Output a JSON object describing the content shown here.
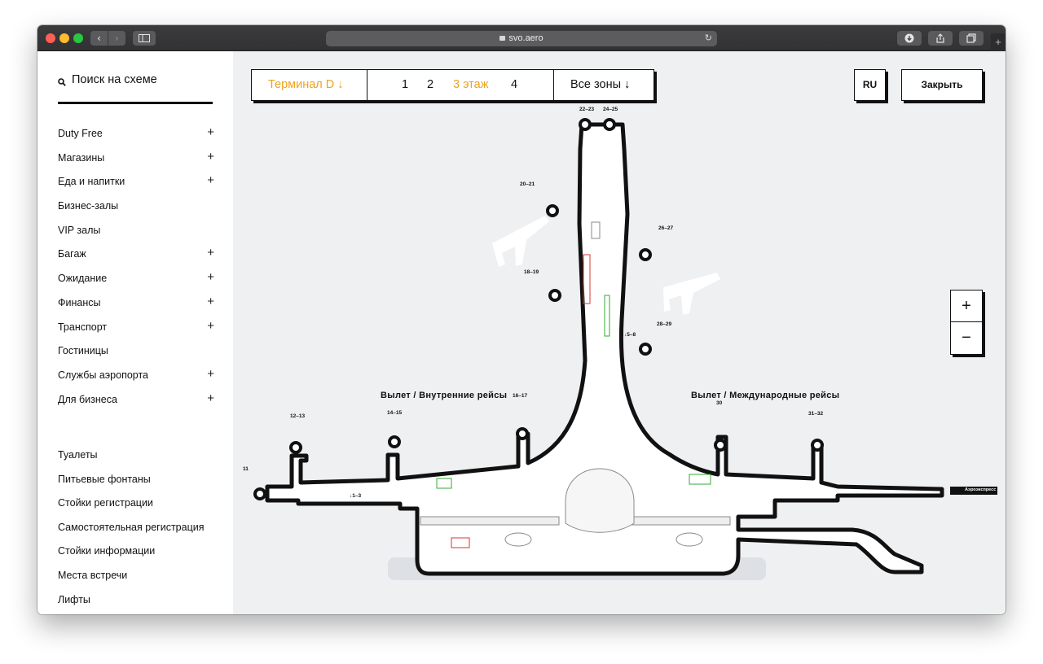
{
  "browser": {
    "url": "svo.aero"
  },
  "sidebar": {
    "search_label": "Поиск на схеме",
    "categories": [
      {
        "label": "Duty Free",
        "expandable": true
      },
      {
        "label": "Магазины",
        "expandable": true
      },
      {
        "label": "Еда и напитки",
        "expandable": true
      },
      {
        "label": "Бизнес-залы",
        "expandable": false
      },
      {
        "label": "VIP залы",
        "expandable": false
      },
      {
        "label": "Багаж",
        "expandable": true
      },
      {
        "label": "Ожидание",
        "expandable": true
      },
      {
        "label": "Финансы",
        "expandable": true
      },
      {
        "label": "Транспорт",
        "expandable": true
      },
      {
        "label": "Гостиницы",
        "expandable": false
      },
      {
        "label": "Службы аэропорта",
        "expandable": true
      },
      {
        "label": "Для бизнеса",
        "expandable": true
      }
    ],
    "facilities": [
      {
        "label": "Туалеты"
      },
      {
        "label": "Питьевые фонтаны"
      },
      {
        "label": "Стойки регистрации"
      },
      {
        "label": "Самостоятельная регистрация"
      },
      {
        "label": "Стойки информации"
      },
      {
        "label": "Места встречи"
      },
      {
        "label": "Лифты"
      }
    ],
    "expand_symbol": "+"
  },
  "toolbar": {
    "terminal": "Терминал D ↓",
    "floors": [
      "1",
      "2",
      "3 этаж",
      "4"
    ],
    "active_floor": "3 этаж",
    "zones": "Все зоны ↓",
    "lang": "RU",
    "close": "Закрыть"
  },
  "zoom": {
    "in": "+",
    "out": "−"
  },
  "map": {
    "zone_domestic": "Вылет / Внутренние рейсы",
    "zone_international": "Вылет / Международные рейсы",
    "gates": {
      "g22_23": "22–23",
      "g24_25": "24–25",
      "g20_21": "20–21",
      "g26_27": "26–27",
      "g18_19": "18–19",
      "g28_29": "28–29",
      "g5_8": "↓5–8",
      "g16_17": "16–17",
      "g14_15": "14–15",
      "g12_13": "12–13",
      "g11": "11",
      "g1_3": "↓1–3",
      "g30": "30",
      "g31_32": "31–32",
      "aeroexpress": "Аэроэкспресс"
    }
  },
  "colors": {
    "accent": "#f0a31c",
    "map_bg": "#eef0f2"
  }
}
